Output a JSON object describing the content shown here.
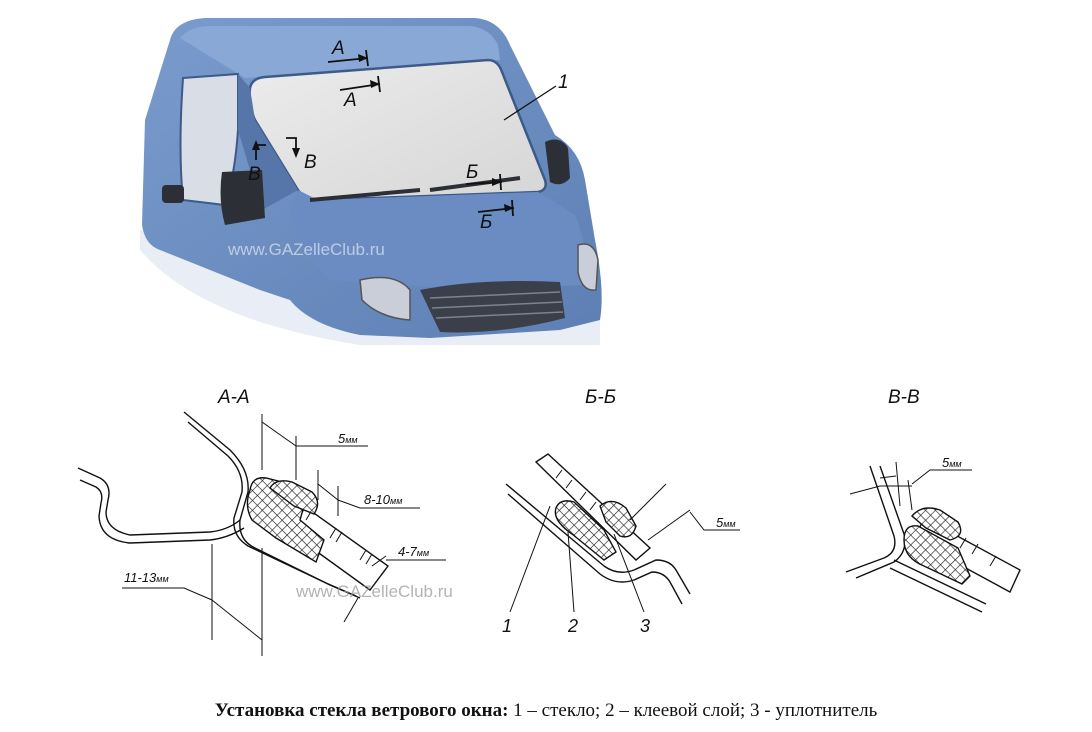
{
  "illustration": {
    "watermark": "www.GAZelleClub.ru",
    "callout_glass": "1",
    "section_marks": [
      "А",
      "А",
      "Б",
      "Б",
      "В",
      "В"
    ]
  },
  "sections": [
    {
      "title": "А-А",
      "dims": {
        "gap": "5",
        "bead": "8-10",
        "depth": "4-7",
        "overlap": "11-13"
      }
    },
    {
      "title": "Б-Б",
      "dims": {
        "gap": "5"
      },
      "callouts": [
        "1",
        "2",
        "3"
      ]
    },
    {
      "title": "В-В",
      "dims": {
        "gap": "5"
      }
    }
  ],
  "unit": "мм",
  "watermark_lower": "www.GAZelleClub.ru",
  "caption": {
    "bold": "Установка стекла ветрового окна:",
    "text": " 1 – стекло; 2 – клеевой слой; 3 - уплотнитель"
  },
  "colors": {
    "cab": "#6f91c4",
    "cab_dark": "#4f6f9f",
    "glass": "#e6e6e6"
  }
}
